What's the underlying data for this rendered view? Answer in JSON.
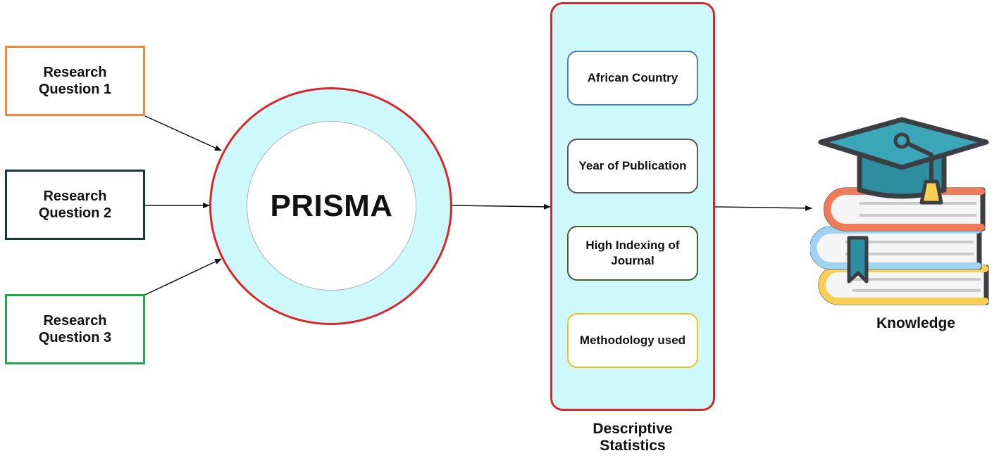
{
  "research_questions": [
    {
      "label": "Research Question 1",
      "color": "#ef8a3c"
    },
    {
      "label": "Research Question 2",
      "color": "#123a3a"
    },
    {
      "label": "Research Question 3",
      "color": "#22a94f"
    }
  ],
  "prisma": {
    "label": "PRISMA",
    "ring_color": "#cdf9fc",
    "border_color": "#d9262a"
  },
  "descriptive_statistics": {
    "caption": "Descriptive Statistics",
    "items": [
      {
        "label": "African Country",
        "border_color": "#4a7fb0"
      },
      {
        "label": "Year of Publication",
        "border_color": "#555555"
      },
      {
        "label": "High Indexing of Journal",
        "border_color": "#3f5f26"
      },
      {
        "label": "Methodology used",
        "border_color": "#e8c51e"
      }
    ]
  },
  "output": {
    "label": "Knowledge",
    "icon": "graduation-cap-books-icon"
  }
}
